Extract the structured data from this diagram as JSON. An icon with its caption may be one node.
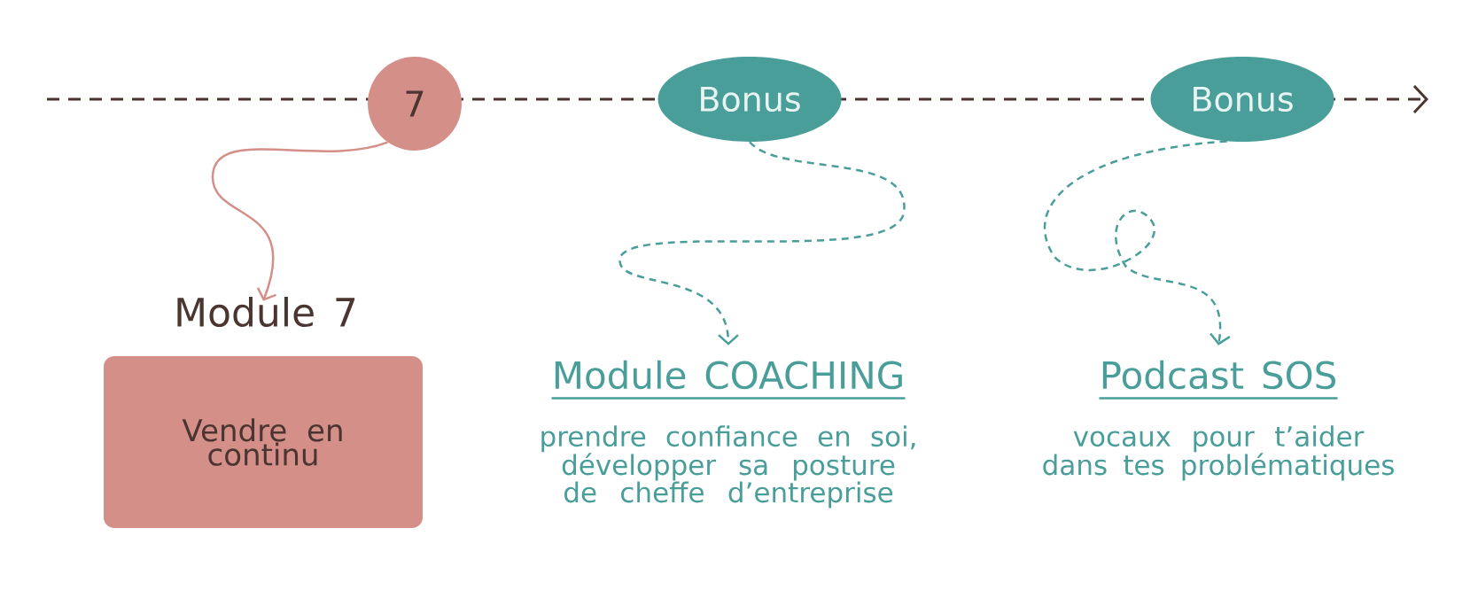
{
  "diagram": {
    "nodes": [
      {
        "text": [
          "7"
        ]
      },
      {
        "text": [
          "Bonus"
        ]
      },
      {
        "text": [
          "Bonus"
        ]
      },
      {
        "text": [
          "Module 7",
          "Vendre en continu"
        ]
      },
      {
        "text": [
          "Module COACHING",
          "prendre confiance en soi, développer sa posture de cheffe d’entreprise"
        ]
      },
      {
        "text": [
          "Podcast SOS",
          "vocaux pour t’aider dans tes problématiques"
        ]
      }
    ],
    "edges": [
      {
        "from": 0,
        "to": 3,
        "arrow": "to",
        "color": "#d48f88"
      },
      {
        "from": 1,
        "to": 4,
        "arrow": "to",
        "style": "dashed"
      },
      {
        "from": 2,
        "to": 5,
        "arrow": "to",
        "style": "dashed"
      }
    ]
  }
}
